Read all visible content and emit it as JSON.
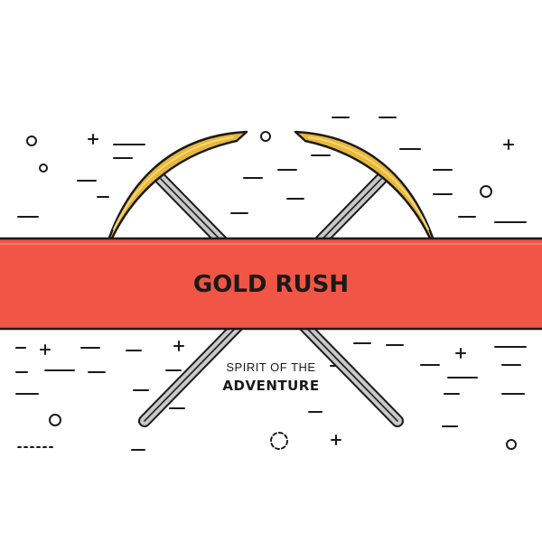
{
  "badge": {
    "title": "GOLD RUSH",
    "subtitle_line1": "SPIRIT OF THE",
    "subtitle_line2": "ADVENTURE"
  },
  "colors": {
    "banner": "#f05545",
    "gold": "#e8b83a",
    "gold_highlight": "#f6d57a",
    "handle": "#c8c8c8",
    "outline": "#1a1a1a"
  },
  "icons": [
    "crossed-pickaxes-icon"
  ]
}
